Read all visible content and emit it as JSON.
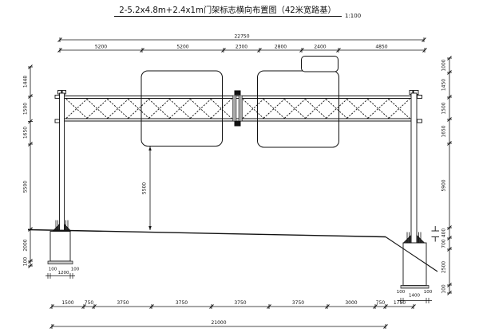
{
  "title": {
    "text": "2-5.2x4.8m+2.4x1m门架标志横向布置图（42米宽路基）",
    "scale": "1:100"
  },
  "colors": {
    "line": "#111111",
    "ground": "#444444",
    "splice_fill": "#a8a8a8",
    "plate_fill": "#c8c8c8",
    "anchor_fill": "#333333"
  },
  "dimensions": {
    "top_total": "22750",
    "top_segments": [
      "5200",
      "5200",
      "2300",
      "2800",
      "2400",
      "4850"
    ],
    "left_chain": [
      "1448",
      "1500",
      "1650",
      "5500",
      "2000",
      "100"
    ],
    "right_chain": [
      "1000",
      "1450",
      "1500",
      "1650",
      "5900",
      "400",
      "700",
      "2500",
      "100"
    ],
    "mid_height": "5500",
    "bottom_segments": [
      "1500",
      "750",
      "3750",
      "3750",
      "3750",
      "3750",
      "3000",
      "750",
      "1750"
    ],
    "bottom_total": "21000",
    "left_footing": [
      "100",
      "1200",
      "100"
    ],
    "right_footing": [
      "100",
      "1400",
      "100"
    ]
  }
}
